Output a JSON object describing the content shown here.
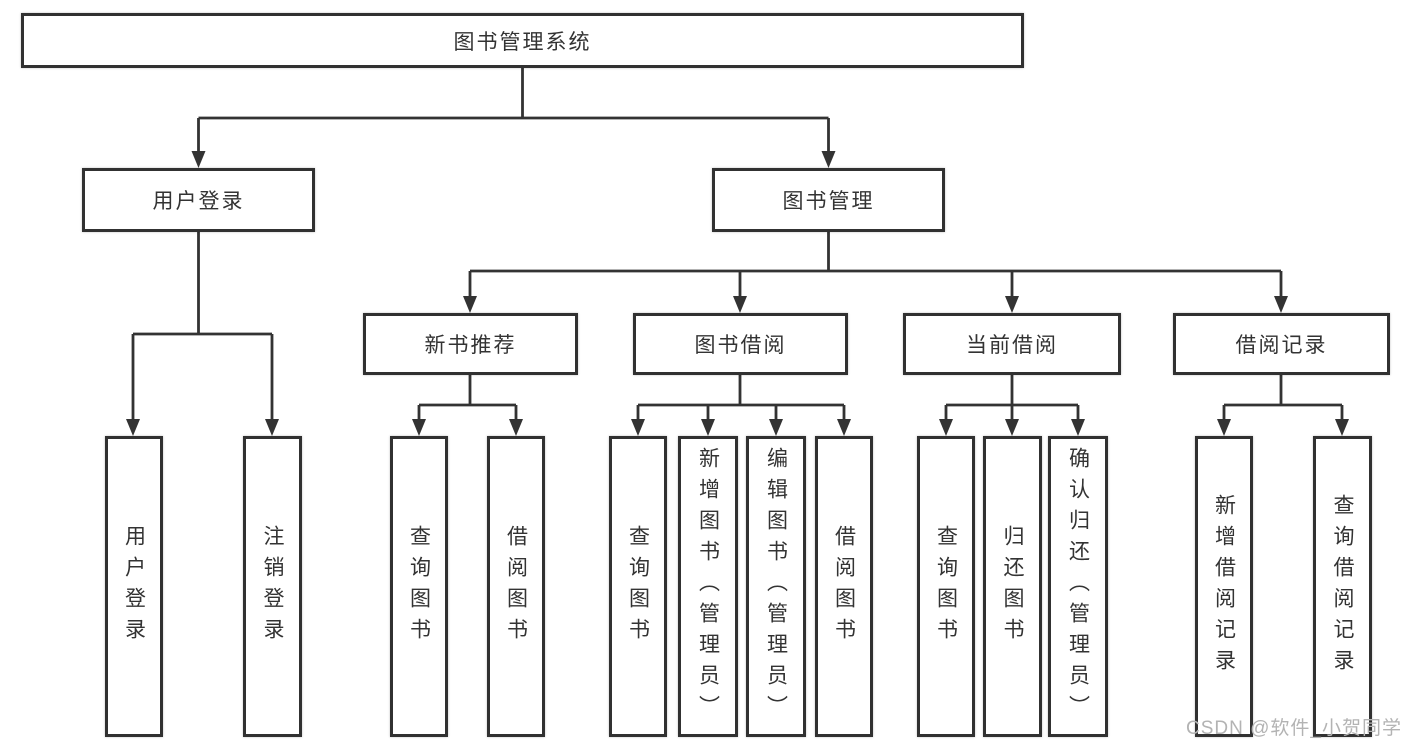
{
  "diagram": {
    "root": {
      "label": "图书管理系统"
    },
    "level2": {
      "user_login": {
        "label": "用户登录"
      },
      "book_management": {
        "label": "图书管理"
      }
    },
    "level3": {
      "new_book_recommend": {
        "label": "新书推荐"
      },
      "book_borrow": {
        "label": "图书借阅"
      },
      "current_borrow": {
        "label": "当前借阅"
      },
      "borrow_record": {
        "label": "借阅记录"
      }
    },
    "leaves": {
      "user_login": {
        "label": "用户登录"
      },
      "logout_login": {
        "label": "注销登录"
      },
      "nbr_query_book": {
        "label": "查询图书"
      },
      "nbr_borrow_book": {
        "label": "借阅图书"
      },
      "bb_query_book": {
        "label": "查询图书"
      },
      "bb_add_book_admin": {
        "label": "新增图书（管理员）"
      },
      "bb_edit_book_admin": {
        "label": "编辑图书（管理员）"
      },
      "bb_borrow_book": {
        "label": "借阅图书"
      },
      "cb_query_book": {
        "label": "查询图书"
      },
      "cb_return_book": {
        "label": "归还图书"
      },
      "cb_confirm_return_admin": {
        "label": "确认归还（管理员）"
      },
      "br_add_record": {
        "label": "新增借阅记录"
      },
      "br_query_record": {
        "label": "查询借阅记录"
      }
    },
    "watermark": "CSDN @软件_小贺同学",
    "theme": {
      "line_color": "#333333",
      "box_border_color": "#313131",
      "text_color": "#333333",
      "background_color": "#ffffff",
      "watermark_color": "#b3b3b3"
    }
  }
}
